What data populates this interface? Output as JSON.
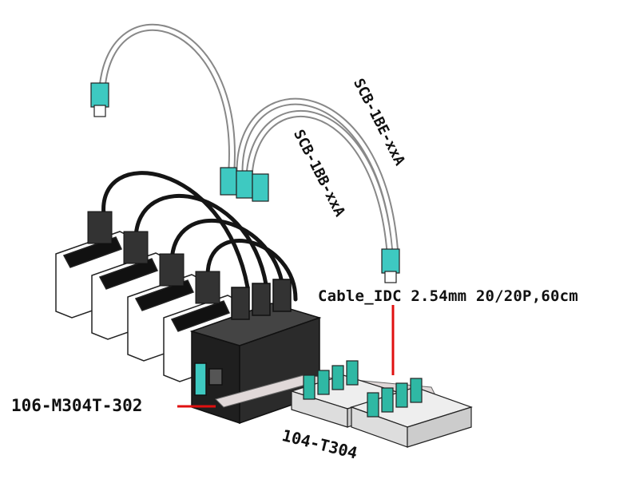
{
  "labels": {
    "cable": "Cable_IDC 2.54mm 20/20P,60cm",
    "module": "106-M304T-302",
    "terminal": "104-T304",
    "scb_bb": "SCB-1BB-xxA",
    "scb_be": "SCB-1BE-xxA"
  },
  "colors": {
    "leader": "#e01010",
    "connector": "#3ec9c1",
    "terminal_block": "#2fb8a4",
    "board": "#2e8b4a",
    "cable_black": "#151515",
    "housing": "#2b2b2b"
  }
}
